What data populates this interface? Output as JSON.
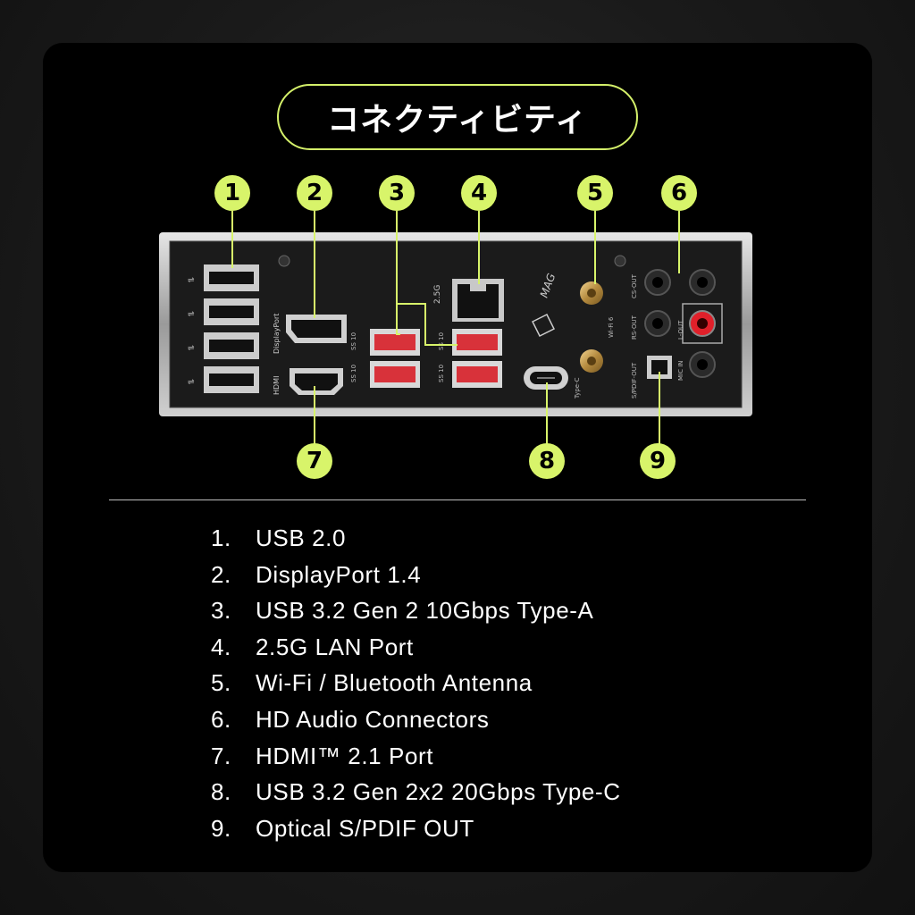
{
  "title": "コネクティビティ",
  "callouts": [
    "1",
    "2",
    "3",
    "4",
    "5",
    "6",
    "7",
    "8",
    "9"
  ],
  "panel_labels": {
    "displayport": "DisplayPort",
    "hdmi": "HDMI",
    "lan_speed": "2.5G",
    "brand": "MAG",
    "type_c": "Type-C",
    "wifi": "Wi-Fi 6",
    "cs_out": "CS-OUT",
    "rs_out": "RS-OUT",
    "l_out": "L-OUT",
    "spdif_out": "S/PDIF-OUT",
    "mic_in": "MIC IN",
    "ss10": "SS 10"
  },
  "specs": [
    {
      "num": "1.",
      "label": "USB 2.0"
    },
    {
      "num": "2.",
      "label": "DisplayPort 1.4"
    },
    {
      "num": "3.",
      "label": "USB 3.2 Gen 2 10Gbps Type-A"
    },
    {
      "num": "4.",
      "label": "2.5G LAN Port"
    },
    {
      "num": "5.",
      "label": "Wi-Fi / Bluetooth Antenna"
    },
    {
      "num": "6.",
      "label": "HD Audio Connectors"
    },
    {
      "num": "7.",
      "label": "HDMI™ 2.1 Port"
    },
    {
      "num": "8.",
      "label": "USB 3.2 Gen 2x2 20Gbps Type-C"
    },
    {
      "num": "9.",
      "label": "Optical S/PDIF OUT"
    }
  ],
  "colors": {
    "accent": "#d8f46a",
    "usb3_red": "#d8323a",
    "audio_red": "#e0202a",
    "gold": "#c9a15a"
  }
}
